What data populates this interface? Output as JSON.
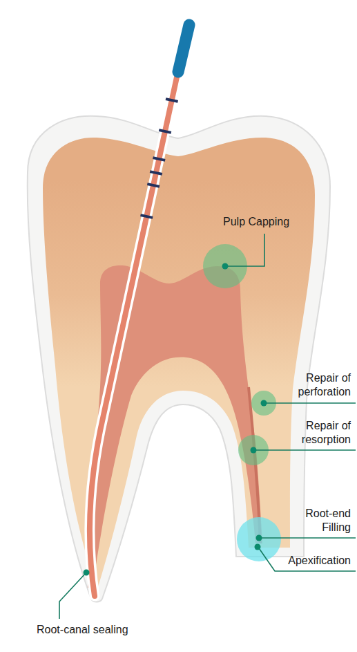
{
  "diagram": {
    "labels": [
      "Pulp Capping",
      "Repair of perforation",
      "Repair of resorption",
      "Root-end Filling",
      "Apexification",
      "Root-canal sealing"
    ]
  }
}
